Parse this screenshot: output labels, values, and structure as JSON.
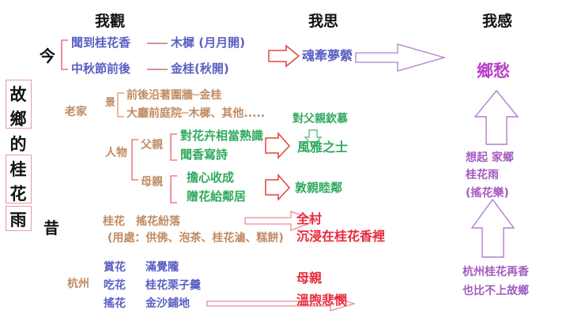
{
  "headers": {
    "observe": "我觀",
    "think": "我思",
    "feel": "我感"
  },
  "spine": {
    "chars": [
      "故",
      "鄉",
      "的",
      "桂",
      "花",
      "雨"
    ],
    "full_title": "故鄉的桂花雨"
  },
  "time_labels": {
    "now": "今",
    "past": "昔"
  },
  "observe_now": {
    "items": [
      {
        "cause": "聞到桂花香",
        "effect": "木樨 (月月開)"
      },
      {
        "cause": "中秋節前後",
        "effect": "金桂(秋開)"
      }
    ]
  },
  "observe_past": {
    "hometown_label": "老家",
    "scene_label": "景",
    "scene_items": [
      "前後沿著圍牆─金桂",
      "大廳前庭院─木樨、其他....."
    ],
    "people_label": "人物",
    "father_label": "父親",
    "father_items": [
      "對花卉相當熟識",
      "聞香寫詩"
    ],
    "mother_label": "母親",
    "mother_items": [
      "擔心收成",
      "贈花給鄰居"
    ],
    "osmanthus_label": "桂花",
    "osmanthus_action": "搖花紛落",
    "osmanthus_uses": "(用處：供佛、泡茶、桂花滷、糕餅)",
    "hangzhou_label": "杭州",
    "hangzhou_rows": [
      {
        "action": "賞花",
        "place": "滿覺隴"
      },
      {
        "action": "吃花",
        "place": "桂花栗子羹"
      },
      {
        "action": "搖花",
        "place": "金沙鋪地"
      }
    ]
  },
  "think": {
    "longing": "魂牽夢縈",
    "father_admire": "對父親欽慕",
    "father_result": "風雅之士",
    "mother_result": "敦親睦鄰",
    "village_line1": "全村",
    "village_line2": "沉浸在桂花香裡",
    "mother_line1": "母親",
    "mother_line2": "溫煦悲憫"
  },
  "feel": {
    "nostalgia": "鄉愁",
    "recall_line1": "想起 家鄉",
    "recall_line2": "桂花雨",
    "recall_line3": "(搖花樂)",
    "compare_line1": "杭州桂花再香",
    "compare_line2": "也比不上故鄉"
  },
  "colors": {
    "blue": "#5a5fc4",
    "brown": "#c08b62",
    "green": "#2faa5d",
    "red": "#e8293c",
    "purple": "#a35cc0",
    "magenta": "#b83fc8",
    "box_border": "#e79aa3",
    "black": "#111111"
  }
}
